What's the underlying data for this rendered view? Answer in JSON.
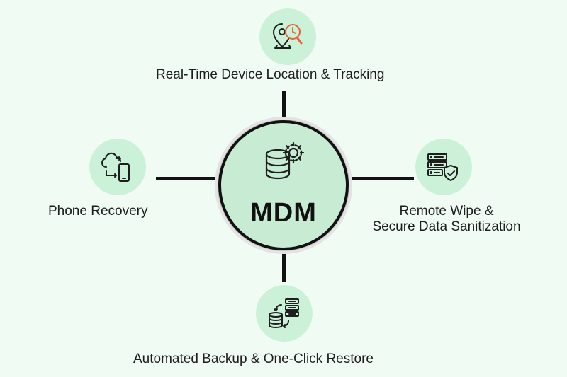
{
  "hub": {
    "title": "MDM",
    "icon": "database-gear-icon"
  },
  "features": {
    "top": {
      "label": "Real-Time Device Location & Tracking",
      "icon": "location-search-icon"
    },
    "left": {
      "label": "Phone Recovery",
      "icon": "cloud-phone-sync-icon"
    },
    "right": {
      "label_line1": "Remote Wipe &",
      "label_line2": "Secure Data Sanitization",
      "icon": "server-shield-icon"
    },
    "bottom": {
      "label": "Automated Backup & One-Click Restore",
      "icon": "database-backup-icon"
    }
  },
  "colors": {
    "background": "#f0fcf3",
    "node_fill": "#cbf2d8",
    "hub_fill": "#c8ecd3",
    "connector": "#121212",
    "accent_orange": "#e8623a"
  }
}
